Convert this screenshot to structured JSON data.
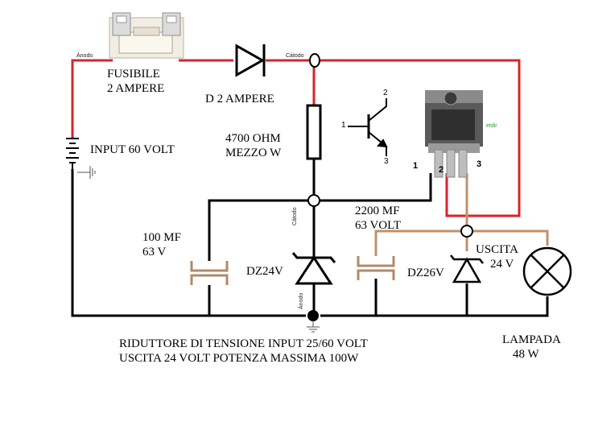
{
  "labels": {
    "fuse": [
      "FUSIBILE",
      "2 AMPERE"
    ],
    "diode": "D 2 AMPERE",
    "resistor": [
      "4700 OHM",
      "MEZZO W"
    ],
    "input": "INPUT 60 VOLT",
    "cap1": [
      "100 MF",
      "63 V"
    ],
    "cap2": [
      "2200 MF",
      "63 VOLT"
    ],
    "zener1": "DZ24V",
    "zener2": "DZ26V",
    "output": [
      "USCITA",
      "24 V"
    ],
    "lamp": [
      "LAMPADA",
      "48 W"
    ],
    "footer": [
      "RIDUTTORE DI TENSIONE INPUT 25/60 VOLT",
      "USCITA 24 VOLT POTENZA MASSIMA 100W"
    ]
  },
  "small_labels": {
    "anodo": "Ánodo",
    "catodo": "Cátodo",
    "catodo_vertical": "Cátodo",
    "anodo_vertical": "Ánodo"
  },
  "transistor_symbol_pins": [
    "1",
    "2",
    "3"
  ],
  "package_pins": [
    "1",
    "2",
    "3"
  ],
  "package_marking": "etdir",
  "colors": {
    "red_wire": "#d8232a",
    "brown_wire": "#c0906a",
    "black_wire": "#000000"
  }
}
